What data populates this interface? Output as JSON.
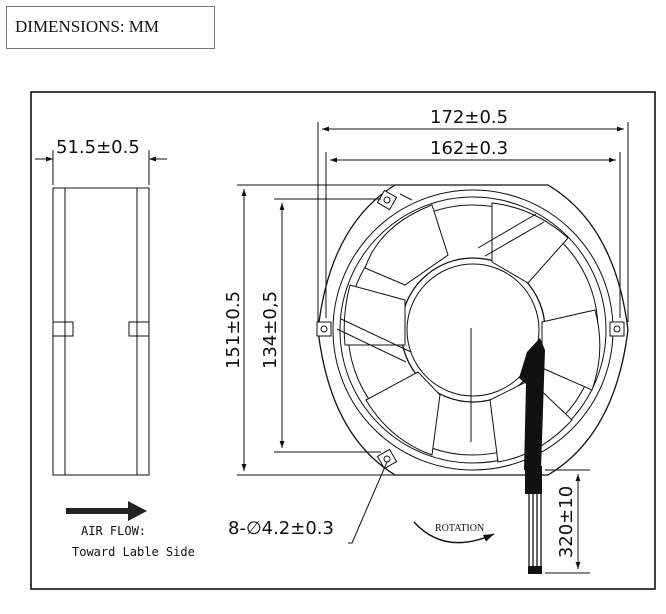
{
  "header": {
    "title": "DIMENSIONS: MM"
  },
  "dimensions": {
    "outer_width": "172±0.5",
    "inner_width": "162±0.3",
    "depth": "51.5±0.5",
    "outer_height": "151±0.5",
    "inner_height": "134±0,5",
    "mounting_holes": "8-∅4.2±0.3",
    "lead_length": "320±10"
  },
  "labels": {
    "air_flow": "AIR FLOW:",
    "air_flow_direction": "Toward Lable Side",
    "rotation": "ROTATION"
  }
}
